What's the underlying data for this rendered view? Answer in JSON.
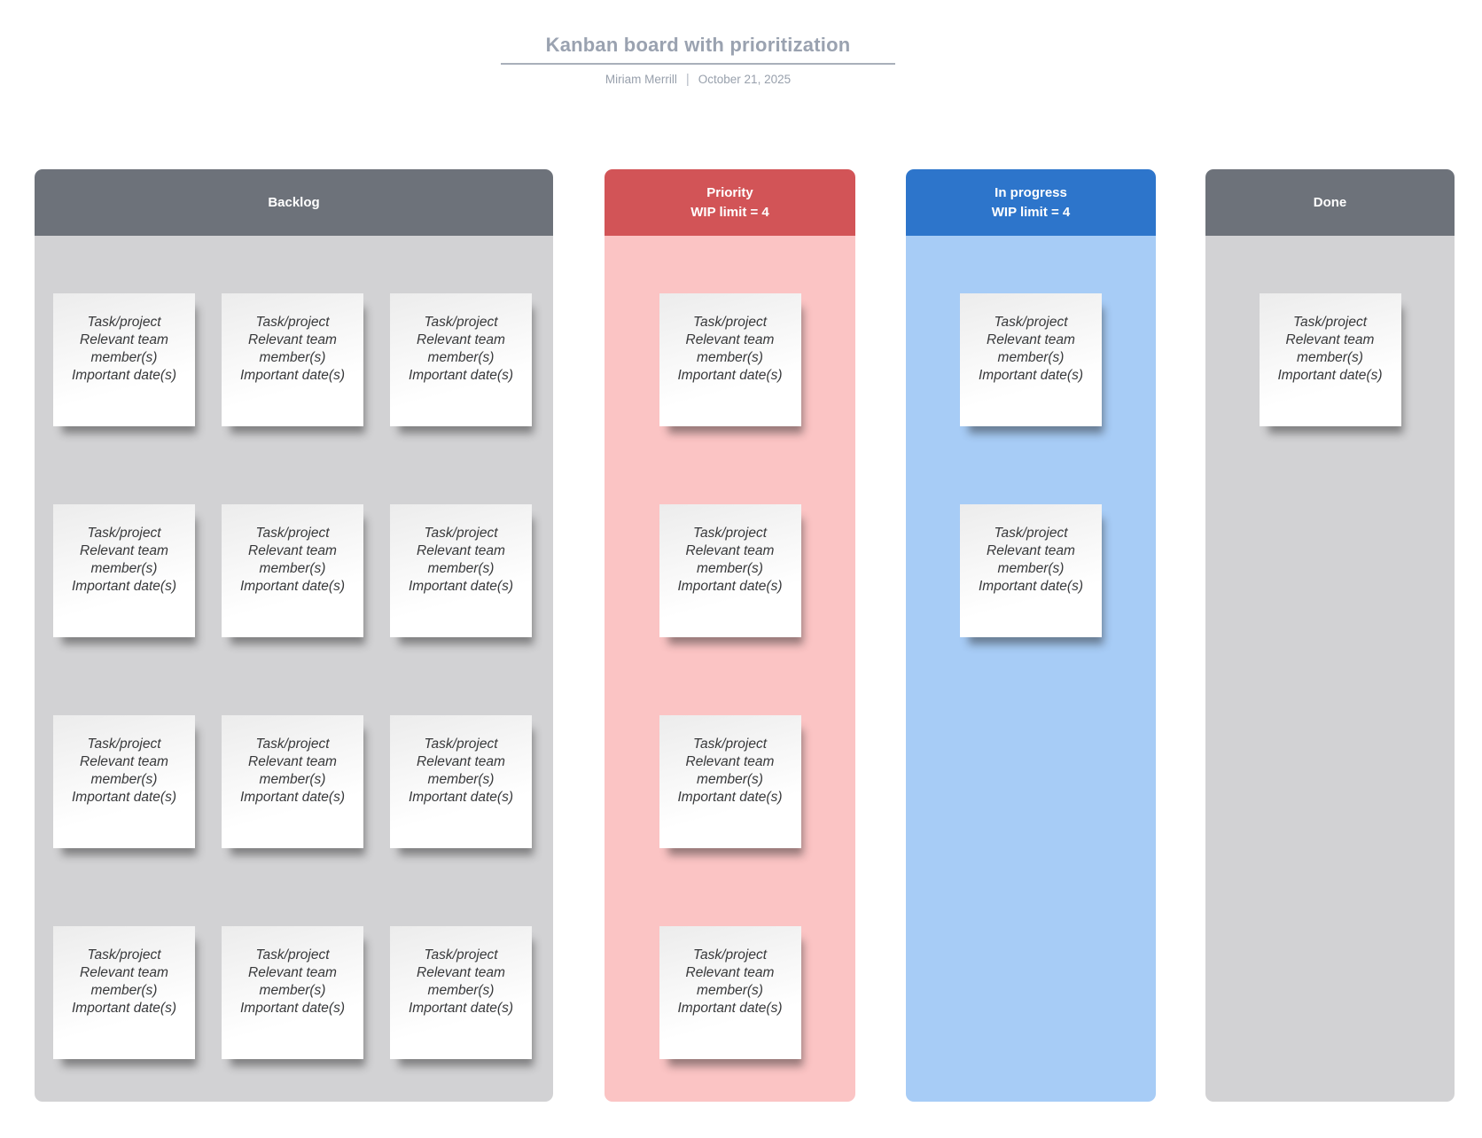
{
  "page": {
    "title": "Kanban board with prioritization",
    "author": "Miriam Merrill",
    "separator": "|",
    "date": "October 21, 2025"
  },
  "card": {
    "line1": "Task/project",
    "line2": "Relevant team member(s)",
    "line3": "Important date(s)"
  },
  "columns": {
    "backlog": {
      "title": "Backlog",
      "header_color": "#6d727a",
      "body_color": "#d2d2d4",
      "card_count": 12
    },
    "priority": {
      "title": "Priority",
      "wip": "WIP limit = 4",
      "header_color": "#d25457",
      "body_color": "#fbc4c4",
      "card_count": 4
    },
    "in_progress": {
      "title": "In progress",
      "wip": "WIP limit = 4",
      "header_color": "#2d75cb",
      "body_color": "#a7ccf6",
      "card_count": 2
    },
    "done": {
      "title": "Done",
      "header_color": "#6d727a",
      "body_color": "#d2d2d4",
      "card_count": 1
    }
  }
}
